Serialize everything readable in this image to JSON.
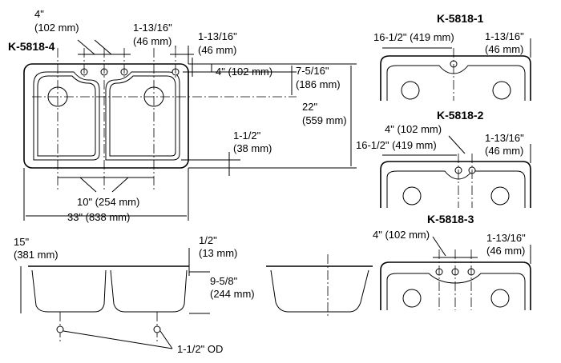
{
  "models": {
    "main": "K-5818-4",
    "variant1": "K-5818-1",
    "variant2": "K-5818-2",
    "variant3": "K-5818-3"
  },
  "dimensions": {
    "hole_spacing_in": "4\"",
    "hole_spacing_mm": "(102 mm)",
    "faucet_offset_in": "1-13/16\"",
    "faucet_offset_mm": "(46 mm)",
    "deck_setback_in": "1-13/16\"",
    "deck_setback_mm": "(46 mm)",
    "hole_to_drain_label": "4\" (102 mm)",
    "drain_from_back_in": "7-5/16\"",
    "drain_from_back_mm": "(186 mm)",
    "depth_front_back_in": "22\"",
    "depth_front_back_mm": "(559 mm)",
    "bowl_front_gap_in": "1-1/2\"",
    "bowl_front_gap_mm": "(38 mm)",
    "drain_spacing_label": "10\" (254 mm)",
    "overall_width_label": "33\" (838 mm)",
    "bowl_depth_in": "15\"",
    "bowl_depth_mm": "(381 mm)",
    "rim_thickness_in": "1/2\"",
    "rim_thickness_mm": "(13 mm)",
    "rim_to_bottom_in": "9-5/8\"",
    "rim_to_bottom_mm": "(244 mm)",
    "drain_od_label": "1-1/2\" OD",
    "v1_hole_width_label": "16-1/2\" (419 mm)",
    "v1_setback_in": "1-13/16\"",
    "v1_setback_mm": "(46 mm)",
    "v2_spacing_label": "4\" (102 mm)",
    "v2_hole_width_label": "16-1/2\" (419 mm)",
    "v2_setback_in": "1-13/16\"",
    "v2_setback_mm": "(46 mm)",
    "v3_spacing_label": "4\" (102 mm)",
    "v3_setback_in": "1-13/16\"",
    "v3_setback_mm": "(46 mm)"
  }
}
